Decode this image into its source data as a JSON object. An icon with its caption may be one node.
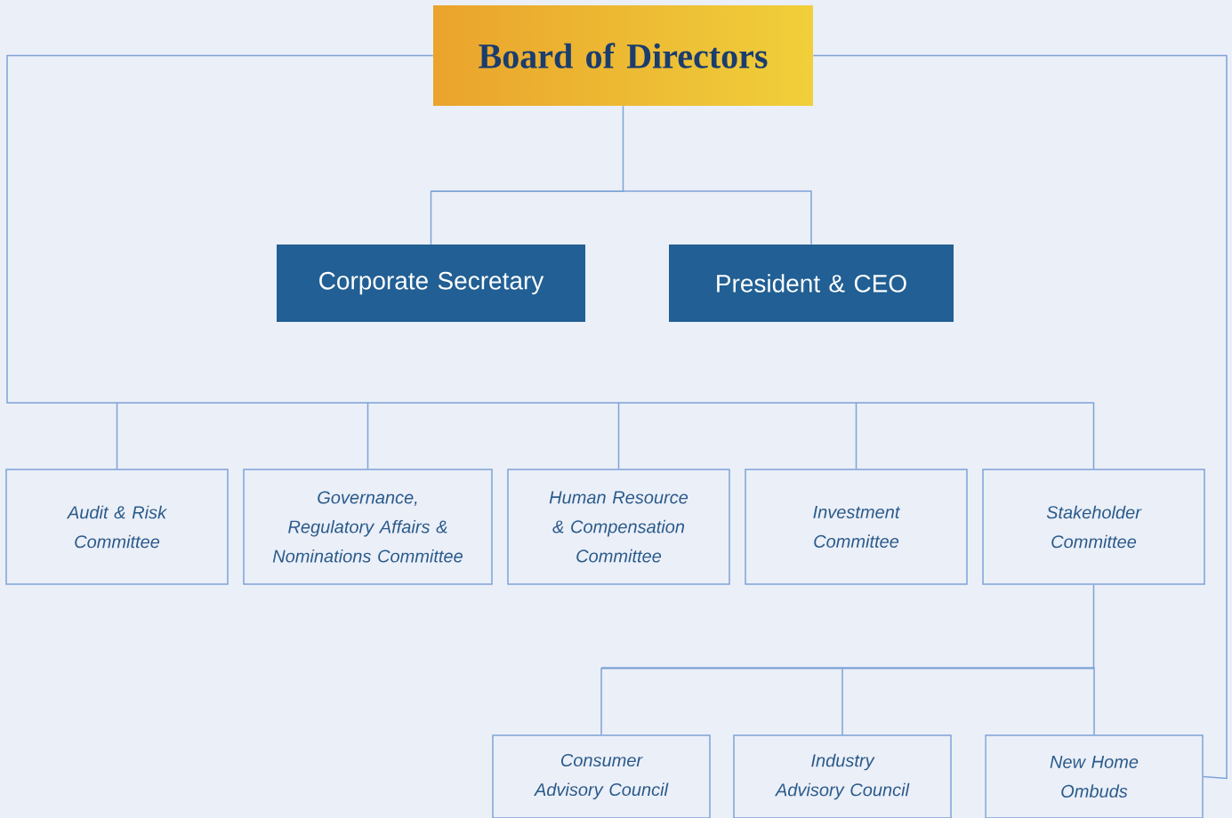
{
  "diagram": {
    "nodes": [
      {
        "text": [
          "Board of Directors"
        ]
      },
      {
        "text": [
          "Corporate Secretary"
        ]
      },
      {
        "text": [
          "President & CEO"
        ]
      },
      {
        "text": [
          "Audit & Risk Committee"
        ]
      },
      {
        "text": [
          "Governance, Regulatory Affairs & Nominations Committee"
        ]
      },
      {
        "text": [
          "Human Resource & Compensation Committee"
        ]
      },
      {
        "text": [
          "Investment Committee"
        ]
      },
      {
        "text": [
          "Stakeholder Committee"
        ]
      },
      {
        "text": [
          "Consumer Advisory Council"
        ]
      },
      {
        "text": [
          "Industry Advisory Council"
        ]
      },
      {
        "text": [
          "New Home Ombuds"
        ]
      }
    ],
    "edges": [
      {
        "from": 0,
        "to": 1,
        "arrow": "none"
      },
      {
        "from": 0,
        "to": 2,
        "arrow": "none"
      },
      {
        "from": 0,
        "to": 3,
        "arrow": "none"
      },
      {
        "from": 0,
        "to": 4,
        "arrow": "none"
      },
      {
        "from": 0,
        "to": 5,
        "arrow": "none"
      },
      {
        "from": 0,
        "to": 6,
        "arrow": "none"
      },
      {
        "from": 0,
        "to": 7,
        "arrow": "none"
      },
      {
        "from": 7,
        "to": 8,
        "arrow": "none"
      },
      {
        "from": 7,
        "to": 9,
        "arrow": "none"
      },
      {
        "from": 7,
        "to": 10,
        "arrow": "none"
      },
      {
        "from": 0,
        "to": 10,
        "arrow": "none"
      }
    ]
  }
}
